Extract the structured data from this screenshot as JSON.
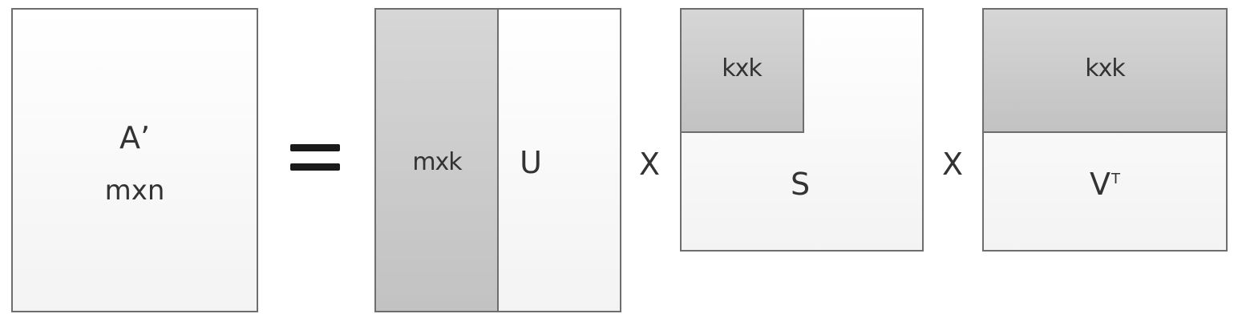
{
  "matrix_a": {
    "name": "A’",
    "dims": "mxn"
  },
  "operators": {
    "times_1": "X",
    "times_2": "X"
  },
  "matrix_u": {
    "block": "mxk",
    "name": "U"
  },
  "matrix_s": {
    "block": "kxk",
    "name": "S"
  },
  "matrix_v": {
    "block": "kxk",
    "name": "V",
    "superscript": "T"
  }
}
